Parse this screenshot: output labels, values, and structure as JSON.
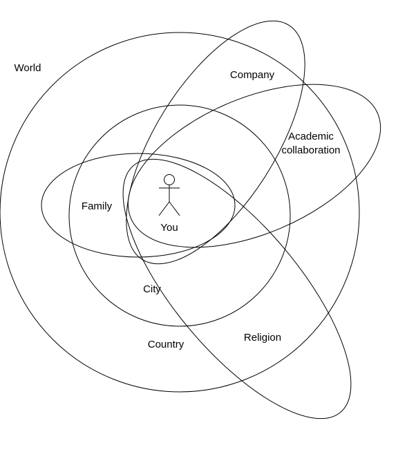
{
  "diagram": {
    "labels": {
      "world": "World",
      "company": "Company",
      "academic_line1": "Academic",
      "academic_line2": "collaboration",
      "family": "Family",
      "you": "You",
      "city": "City",
      "country": "Country",
      "religion": "Religion"
    },
    "colors": {
      "stroke": "#000000",
      "background": "#ffffff",
      "text": "#000000"
    },
    "icons": {
      "actor": "stick-figure-icon"
    }
  }
}
